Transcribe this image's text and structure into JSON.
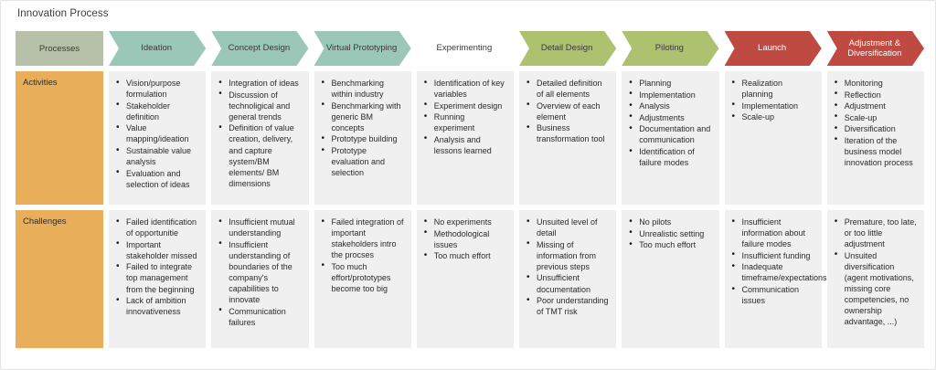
{
  "title": "Innovation Process",
  "colors": {
    "processes_cell": "#b7c0a8",
    "stage_teal": "#9cc9bb",
    "stage_olive": "#aec островы",
    "stage_red": "#bf4a41",
    "row_label": "#e8ae59",
    "cell_bg": "#f0f0f0"
  },
  "header": {
    "processes_label": "Processes",
    "stages": [
      {
        "label": "Ideation",
        "color": "#9ac7b8",
        "text_color": "#3a3a3a"
      },
      {
        "label": "Concept Design",
        "color": "#9ac7b8",
        "text_color": "#3a3a3a"
      },
      {
        "label": "Virtual Prototyping",
        "color": "#9ac7b8",
        "text_color": "#3a3a3a"
      },
      {
        "label": "Experimenting",
        "color": "#aec островы",
        "text_color": "#3a3a3a"
      },
      {
        "label": "Detail Design",
        "color": "#aec16f",
        "text_color": "#3a3a3a"
      },
      {
        "label": "Piloting",
        "color": "#aec16f",
        "text_color": "#3a3a3a"
      },
      {
        "label": "Launch",
        "color": "#bf4a41",
        "text_color": "#ffffff"
      },
      {
        "label": "Adjustment & Diversification",
        "color": "#bf4a41",
        "text_color": "#ffffff"
      }
    ]
  },
  "rows": [
    {
      "label": "Activities",
      "cells": [
        [
          "Vision/purpose formulation",
          "Stakeholder definition",
          "Value mapping/ideation",
          "Sustainable value analysis",
          "Evaluation and selection of ideas"
        ],
        [
          "Integration of ideas",
          "Discussion of technoligical and general trends",
          "Definition of value creation, delivery, and capture system/BM elements/ BM dimensions"
        ],
        [
          "Benchmarking within industry",
          "Benchmarking with generic BM concepts",
          "Prototype building",
          "Prototype evaluation and selection"
        ],
        [
          "Identification of key variables",
          "Experiment design",
          "Running experiment",
          "Analysis and lessons learned"
        ],
        [
          "Detailed definition of all elements",
          "Overview of each element",
          "Business transformation tool"
        ],
        [
          "Planning",
          "Implementation",
          "Analysis",
          "Adjustments",
          "Documentation and communication",
          "Identification of failure modes"
        ],
        [
          "Realization planning",
          "Implementation",
          "Scale-up"
        ],
        [
          "Monitoring",
          "Reflection",
          "Adjustment",
          "Scale-up",
          "Diversification",
          "Iteration of the business model innovation process"
        ]
      ]
    },
    {
      "label": "Challenges",
      "cells": [
        [
          "Failed identification of opportunitie",
          "Important stakeholder missed",
          "Failed to integrate top management from the beginning",
          "Lack of ambition innovativeness"
        ],
        [
          "Insufficient mutual understanding",
          "Insufficient understanding of boundaries of the company's capabilities to innovate",
          "Communication failures"
        ],
        [
          "Failed integration of important stakeholders intro the procses",
          "Too much effort/prototypes become too big"
        ],
        [
          "No experiments",
          "Methodological issues",
          "Too much effort"
        ],
        [
          "Unsuited level of detail",
          "Missing of information from previous steps",
          "Unsufficient documentation",
          "Poor understanding of TMT risk"
        ],
        [
          "No pilots",
          "Unrealistic setting",
          "Too much effort"
        ],
        [
          "Insufficient information about failure modes",
          "Insufficient funding",
          "Inadequate timeframe/expectations",
          "Communication issues"
        ],
        [
          "Premature, too late, or too little adjustment",
          "Unsuited diversification (agent motivations, missing core competencies, no ownership advantage, ...)"
        ]
      ]
    }
  ]
}
